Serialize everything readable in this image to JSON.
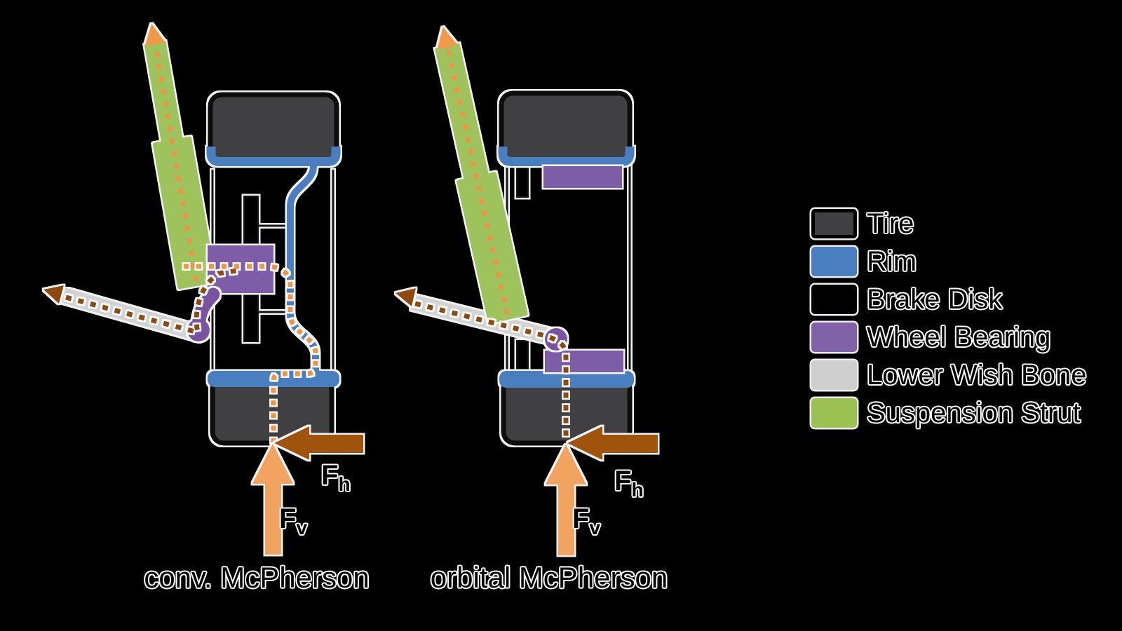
{
  "background": "#000000",
  "captions": {
    "left": "conv. McPherson",
    "right": "orbital McPherson"
  },
  "force_labels": {
    "vertical": {
      "base": "F",
      "sub": "v"
    },
    "horizontal": {
      "base": "F",
      "sub": "h"
    }
  },
  "legend": {
    "items": [
      {
        "label": "Tire",
        "color": "#414143",
        "border": "#000000"
      },
      {
        "label": "Rim",
        "color": "#4a7fc1"
      },
      {
        "label": "Brake Disk",
        "color": "#000000"
      },
      {
        "label": "Wheel Bearing",
        "color": "#8161a8"
      },
      {
        "label": "Lower Wish Bone",
        "color": "#cfcfcf"
      },
      {
        "label": "Suspension Strut",
        "color": "#9cc153"
      }
    ]
  },
  "colors": {
    "tire": "#414143",
    "tireBorder": "#0b0b0b",
    "rim": "#4a7fc1",
    "bearing": "#7e5da8",
    "ball": "#7753a0",
    "wishbone": "#d3d3d3",
    "strut": "#9ec35c",
    "orange": "#f2a360",
    "orangeDot": "#ee9447",
    "orangeHead": "#f0994a",
    "brown": "#a0530d",
    "brownDash": "#8f4a10"
  }
}
